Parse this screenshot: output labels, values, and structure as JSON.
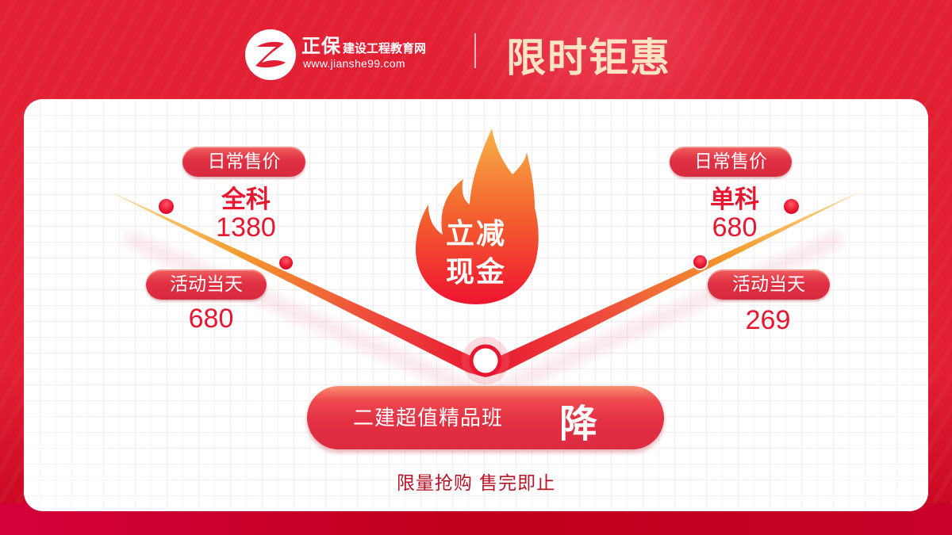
{
  "colors": {
    "background_red": "#e21f33",
    "accent_red": "#e8162f",
    "title_cream": "#fde2c3",
    "footnote_red": "#b81427",
    "flame_top": "#f7a03a",
    "flame_bottom": "#f0162c"
  },
  "header": {
    "logo_icon": "z-swoosh-logo",
    "brand_main": "正保",
    "brand_sub": "建设工程教育网",
    "brand_url": "www.jianshe99.com",
    "title": "限时钜惠"
  },
  "promo": {
    "flame_badge": {
      "line1": "立减",
      "line2": "现金",
      "icon": "flame-icon"
    },
    "left": {
      "regular_label": "日常售价",
      "product": "全科",
      "regular_price": "1380",
      "event_label": "活动当天",
      "event_price": "680"
    },
    "right": {
      "regular_label": "日常售价",
      "product": "单科",
      "regular_price": "680",
      "event_label": "活动当天",
      "event_price": "269"
    },
    "cta": {
      "label": "二建超值精品班",
      "action": "降"
    },
    "footnote": "限量抢购 售完即止"
  }
}
